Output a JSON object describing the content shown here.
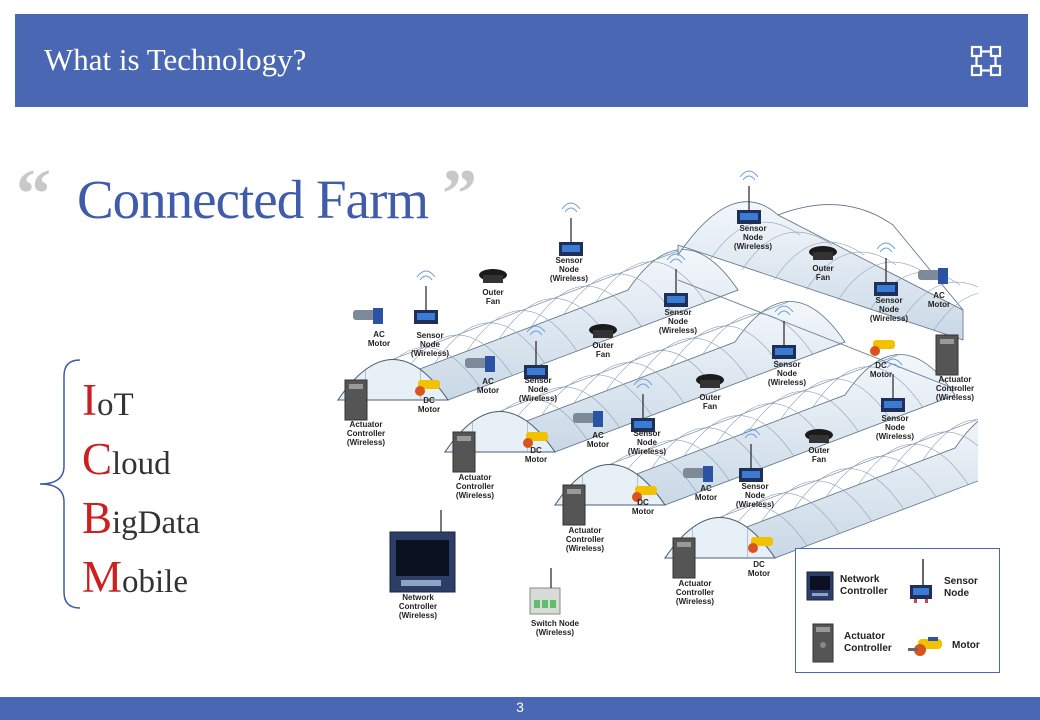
{
  "header": {
    "title": "What is Technology?",
    "icon": "network-nodes-icon"
  },
  "main": {
    "quote_open": "“",
    "quote_close": "”",
    "title": "Connected Farm",
    "list": [
      {
        "initial": "I",
        "rest": "oT"
      },
      {
        "initial": "C",
        "rest": "loud"
      },
      {
        "initial": "B",
        "rest": "igData"
      },
      {
        "initial": "M",
        "rest": "obile"
      }
    ]
  },
  "diagram": {
    "labels": {
      "sensor_node": [
        "Sensor",
        "Node",
        "(Wireless)"
      ],
      "outer_fan": [
        "Outer",
        "Fan"
      ],
      "ac_motor": [
        "AC",
        "Motor"
      ],
      "ac_motor_partial": [
        "AC",
        "Motor"
      ],
      "dc_motor": [
        "DC",
        "Motor"
      ],
      "actuator_controller": [
        "Actuator",
        "Controller",
        "(Wireless)"
      ],
      "network_controller": [
        "Network",
        "Controller",
        "(Wireless)"
      ],
      "switch_node": [
        "Switch Node",
        "(Wireless)"
      ]
    }
  },
  "legend": {
    "network_controller": "Network Controller",
    "sensor_node": "Sensor Node",
    "actuator_controller": "Actuator Controller",
    "motor": "Motor"
  },
  "footer": {
    "page_number": "3"
  },
  "colors": {
    "header": "#4a67b3",
    "title": "#3f5ba9",
    "initial": "#cc1f1f",
    "greenhouse": "#dfe9f2"
  }
}
